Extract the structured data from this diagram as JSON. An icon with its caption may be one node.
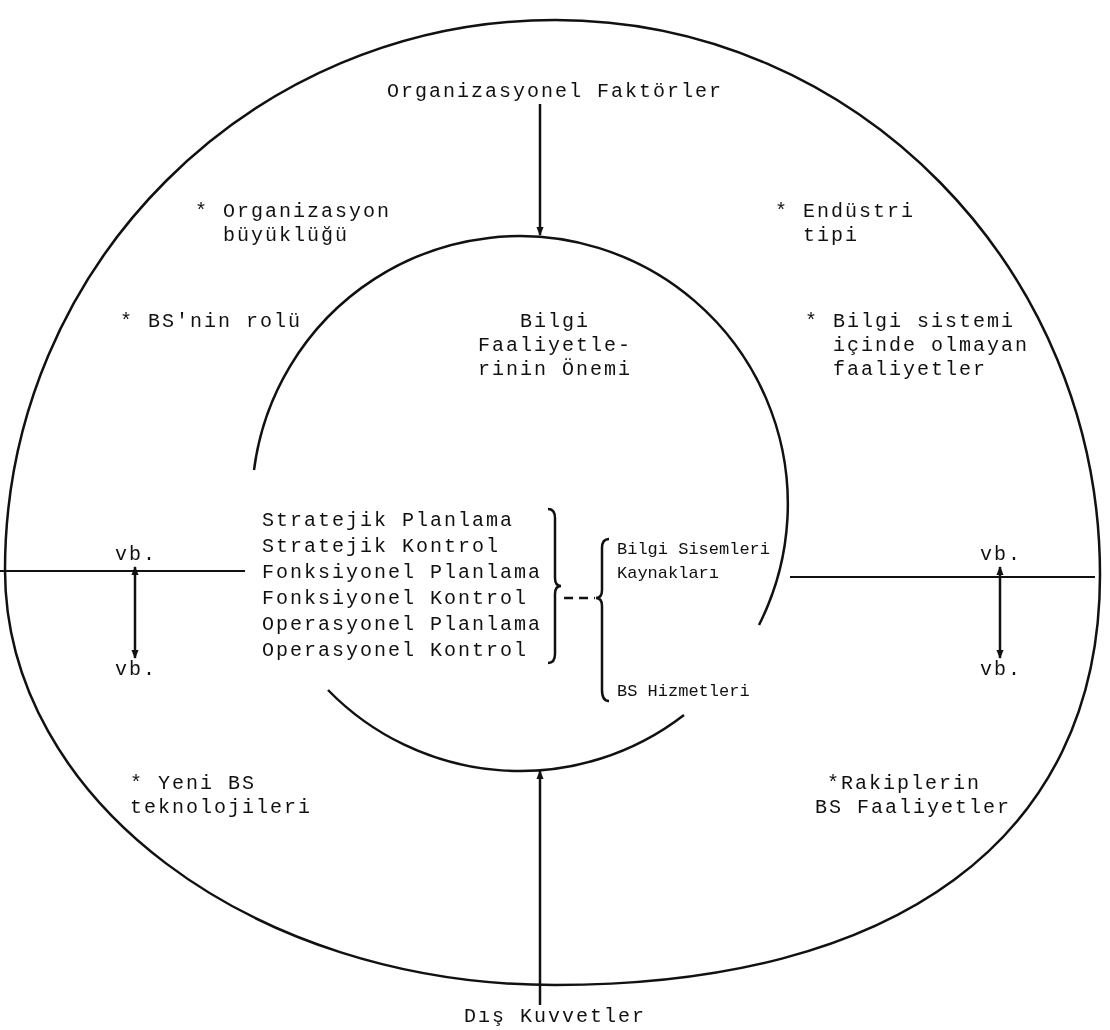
{
  "diagram": {
    "nodes": [
      {
        "text": [],
        "shape": "circle"
      },
      {
        "text": [
          "Organizasyonel Faktörler"
        ],
        "in": 0
      },
      {
        "text": [
          "Bilgi Faaliyetle- rinin Önemi"
        ],
        "in": 0
      },
      {
        "text": [
          "Dış Kuvvetler"
        ]
      },
      {
        "text": [
          "vb."
        ],
        "in": 0
      },
      {
        "text": [
          "vb."
        ],
        "in": 0
      },
      {
        "text": [
          "vb."
        ],
        "in": 0
      },
      {
        "text": [
          "vb."
        ],
        "in": 0
      },
      {
        "text": [
          "Stratejik Planlama",
          "Stratejik Kontrol",
          "Fonksiyonel Planlama",
          "Fonksiyonel Kontrol",
          "Operasyonel Planlama",
          "Operasyonel Kontrol"
        ],
        "in": 2
      },
      {
        "text": [
          "Bilgi Sisemleri Kaynakları",
          "BS Hizmetleri"
        ],
        "in": 2
      }
    ],
    "edges": [
      {
        "from": 1,
        "to": 2,
        "arrow": "to"
      },
      {
        "from": 3,
        "to": 2,
        "arrow": "to"
      },
      {
        "from": 4,
        "to": 5,
        "arrow": "both"
      },
      {
        "from": 6,
        "to": 7,
        "arrow": "both"
      },
      {
        "from": 8,
        "to": 9,
        "arrow": "none",
        "style": "dashed"
      }
    ],
    "labels": [
      "* Organizasyon büyüklüğü",
      "* Endüstri tipi",
      "* BS'nin rolü",
      "* Bilgi sistemi içinde olmayan faaliyetler",
      "* Yeni BS teknolojileri",
      "*Rakiplerin BS Faaliyetler"
    ]
  }
}
